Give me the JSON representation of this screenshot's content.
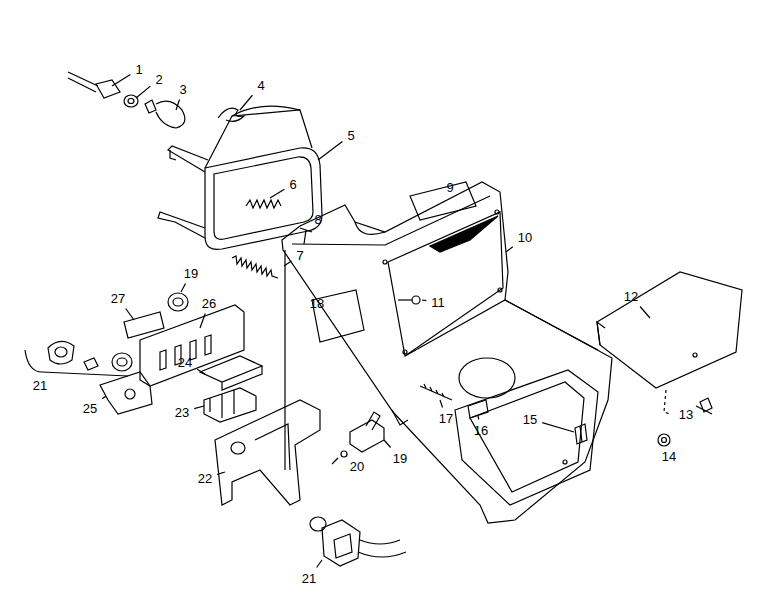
{
  "diagram": {
    "labels": [
      "1",
      "2",
      "3",
      "4",
      "5",
      "6",
      "9",
      "8",
      "7",
      "10",
      "11",
      "18",
      "12",
      "19",
      "27",
      "26",
      "21",
      "24",
      "25",
      "23",
      "17",
      "16",
      "13",
      "15",
      "14",
      "20",
      "19",
      "22",
      "21"
    ]
  }
}
